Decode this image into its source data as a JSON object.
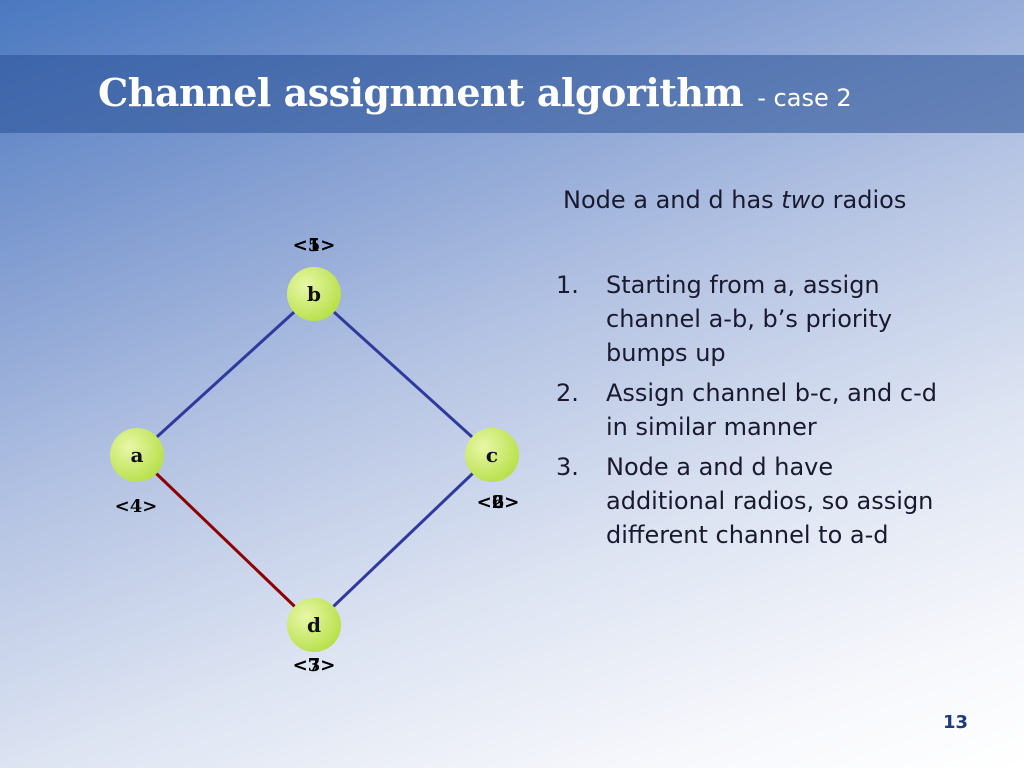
{
  "title": {
    "main": "Channel assignment algorithm",
    "sub": "- case 2"
  },
  "diagram": {
    "colors": {
      "edge_blue": "#2f3a9c",
      "edge_red": "#8b0000",
      "node_fill": "#b8e04a",
      "node_highlight": "#e8f7a8"
    },
    "nodes": [
      {
        "id": "a",
        "label": "a"
      },
      {
        "id": "b",
        "label": "b"
      },
      {
        "id": "c",
        "label": "c"
      },
      {
        "id": "d",
        "label": "d"
      }
    ],
    "edges": [
      {
        "from": "a",
        "to": "b",
        "color": "blue"
      },
      {
        "from": "b",
        "to": "c",
        "color": "blue"
      },
      {
        "from": "c",
        "to": "d",
        "color": "blue"
      },
      {
        "from": "a",
        "to": "d",
        "color": "red"
      }
    ],
    "channel_labels": {
      "b": [
        "<5>",
        "<1>"
      ],
      "a": [
        "<4>"
      ],
      "c": [
        "<2>",
        "<6>"
      ],
      "d": [
        "<3>",
        "<7>"
      ]
    }
  },
  "content": {
    "intro": {
      "before": "Node a and d has ",
      "emphasis": "two",
      "after": " radios"
    },
    "steps": [
      {
        "num": "1.",
        "text": "Starting from a, assign channel a-b, b’s priority bumps up"
      },
      {
        "num": "2.",
        "text": "Assign channel b-c, and c-d in similar manner"
      },
      {
        "num": "3.",
        "text": "Node a and d have additional radios, so assign different channel to a-d"
      }
    ]
  },
  "page_number": "13"
}
